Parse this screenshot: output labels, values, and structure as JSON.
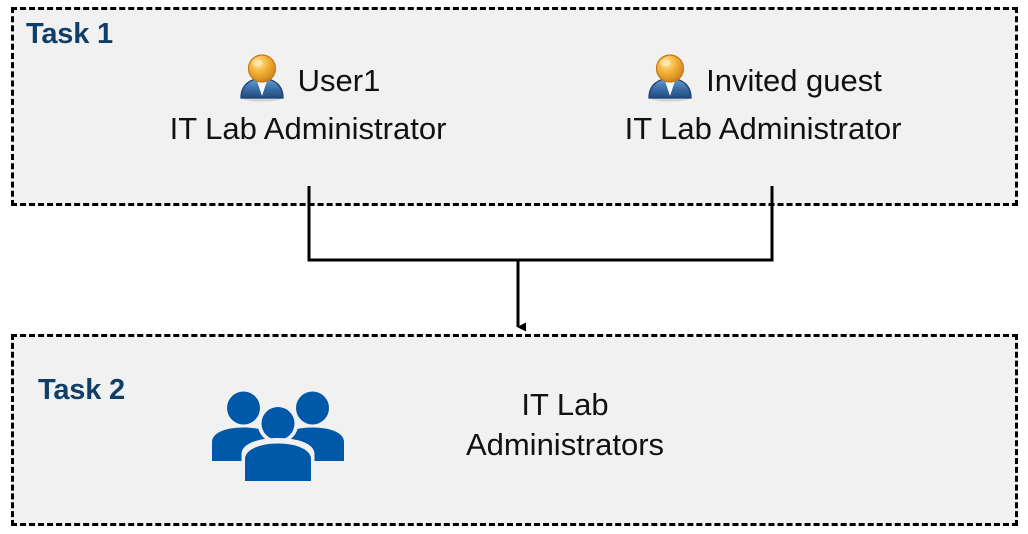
{
  "diagram": {
    "title": "Task 1 / Task 2 group membership diagram",
    "background_color": "#FFFFFF",
    "box_fill_color": "#F1F1F1",
    "box_border_color": "#000000",
    "accent_color": "#0F3F66",
    "group_icon_color": "#0058A8"
  },
  "task1": {
    "label": "Task 1",
    "members": [
      {
        "icon": "user-icon",
        "name": "User1",
        "role": "IT Lab Administrator"
      },
      {
        "icon": "user-icon",
        "name": "Invited guest",
        "role": "IT Lab Administrator"
      }
    ]
  },
  "task2": {
    "label": "Task 2",
    "group": {
      "icon": "people-group-icon",
      "name_line1": "IT Lab",
      "name_line2": "Administrators"
    }
  },
  "connector": {
    "type": "merge-arrow",
    "from": [
      "User1",
      "Invited guest"
    ],
    "to": "IT Lab Administrators",
    "arrow_icon": "arrow-down-icon"
  }
}
